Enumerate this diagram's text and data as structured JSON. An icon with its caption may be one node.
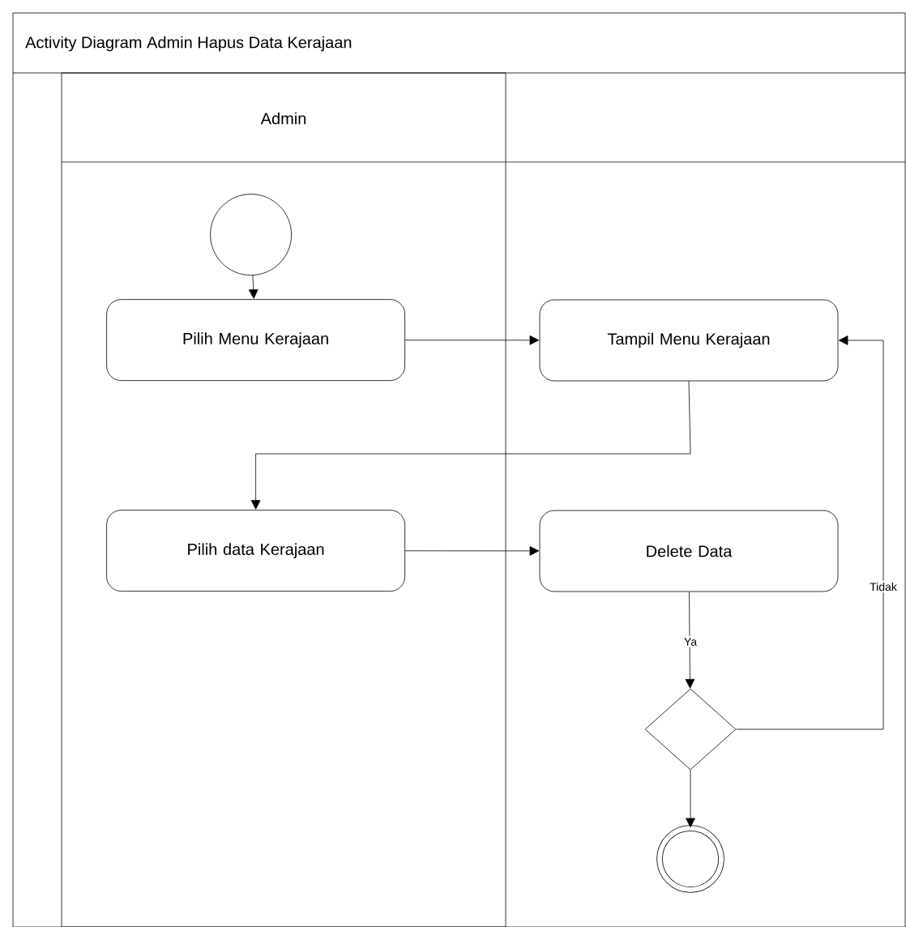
{
  "diagram": {
    "title": "Activity Diagram Admin Hapus Data Kerajaan",
    "nodes": [
      {
        "text": [
          "Admin"
        ]
      },
      {
        "text": [],
        "shape": "circle",
        "in": 0
      },
      {
        "text": [
          "Pilih Menu Kerajaan"
        ],
        "in": 0
      },
      {
        "text": [
          "Tampil Menu Kerajaan"
        ]
      },
      {
        "text": [
          "Pilih data Kerajaan"
        ],
        "in": 0
      },
      {
        "text": [
          "Delete Data"
        ]
      },
      {
        "text": [],
        "shape": "diamond"
      },
      {
        "text": [],
        "shape": "circle"
      }
    ],
    "edges": [
      {
        "from": 1,
        "to": 2,
        "arrow": "to"
      },
      {
        "from": 2,
        "to": 3,
        "arrow": "to"
      },
      {
        "from": 3,
        "to": 4,
        "arrow": "to"
      },
      {
        "from": 4,
        "to": 5,
        "arrow": "to"
      },
      {
        "from": 5,
        "to": 6,
        "arrow": "to",
        "label": "Ya"
      },
      {
        "from": 6,
        "to": 3,
        "arrow": "to",
        "label": "Tidak"
      },
      {
        "from": 6,
        "to": 7,
        "arrow": "to"
      }
    ]
  }
}
